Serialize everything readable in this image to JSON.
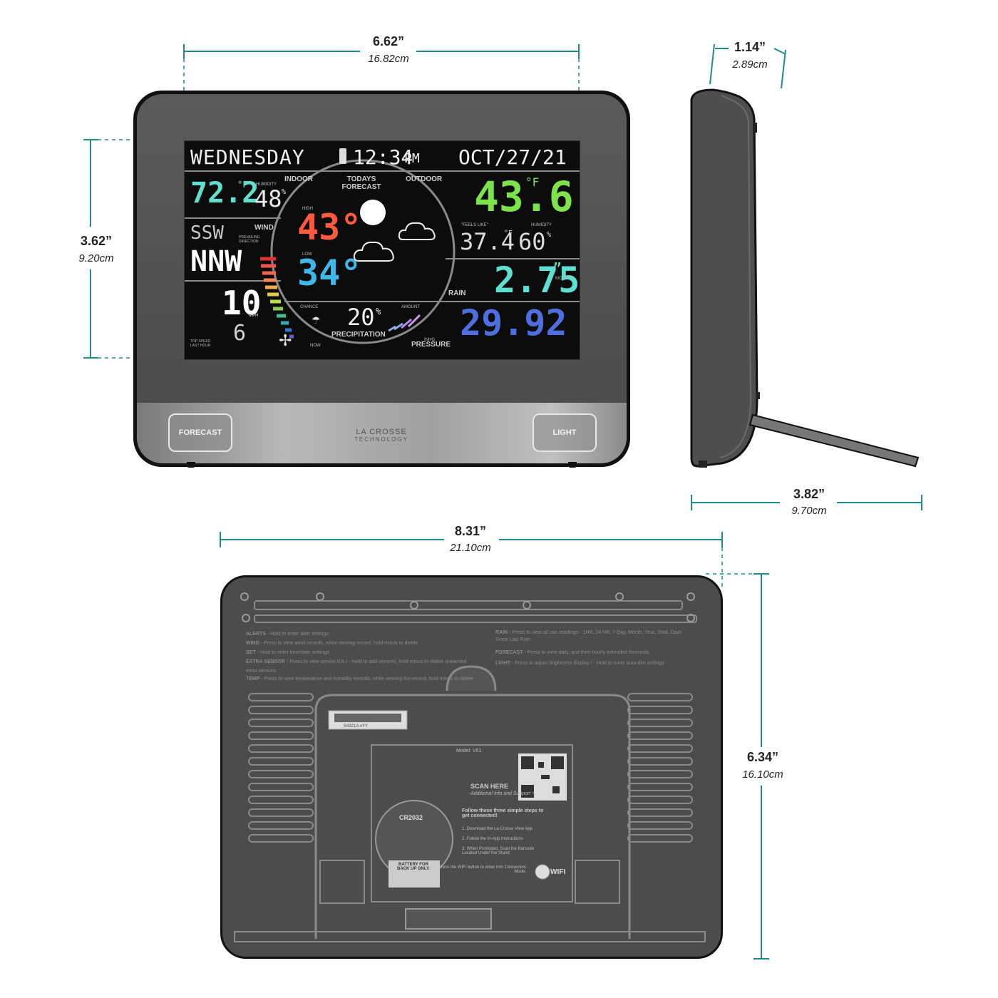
{
  "dimensions": {
    "front_width": {
      "in": "6.62”",
      "cm": "16.82cm"
    },
    "front_height": {
      "in": "3.62”",
      "cm": "9.20cm"
    },
    "side_depth": {
      "in": "1.14”",
      "cm": "2.89cm"
    },
    "side_stand": {
      "in": "3.82”",
      "cm": "9.70cm"
    },
    "back_width": {
      "in": "8.31”",
      "cm": "21.10cm"
    },
    "back_height": {
      "in": "6.34”",
      "cm": "16.10cm"
    }
  },
  "display": {
    "day": "WEDNESDAY",
    "time": "12:34",
    "time_suffix": "PM",
    "date": "OCT/27/21",
    "indoor_label": "INDOOR",
    "todays_forecast_label": "TODAYS FORECAST",
    "outdoor_label": "OUTDOOR",
    "indoor_temp": "72.2",
    "indoor_temp_unit": "°F",
    "indoor_humidity_label": "HUMIDITY",
    "indoor_humidity": "48",
    "indoor_humidity_unit": "%",
    "outdoor_temp": "43.6",
    "outdoor_temp_unit": "°F",
    "feels_like_label": "\"FEELS LIKE\"",
    "feels_like": "37.4",
    "feels_like_unit": "°F",
    "outdoor_humidity_label": "HUMIDITY",
    "outdoor_humidity": "60",
    "outdoor_humidity_unit": "%",
    "prevailing_dir": "SSW",
    "wind_label": "WIND",
    "prevailing_label": "PREVAILING DIRECTION",
    "wind_dir": "NNW",
    "wind_speed": "10",
    "wind_unit": "MPH",
    "top_speed": "6",
    "top_speed_label": "TOP SPEED LAST HOUR",
    "high_label": "HIGH",
    "high_temp": "43°",
    "low_label": "LOW",
    "low_temp": "34°",
    "chance_label": "CHANCE",
    "now_label": "NOW",
    "amount_label": "AMOUNT",
    "precip_value": "20",
    "precip_unit": "%",
    "precip_label": "PRECIPITATION",
    "rain_label": "RAIN",
    "rain_value": "2.75",
    "rain_unit": "”",
    "rain_period": "MONTH",
    "pressure_value": "29.92",
    "pressure_unit": "INHG",
    "pressure_label": "PRESSURE"
  },
  "buttons": {
    "forecast": "FORECAST",
    "light": "LIGHT"
  },
  "brand": {
    "line1": "LA CROSSE",
    "line2": "TECHNOLOGY"
  },
  "back_panel": {
    "instructions_left": [
      {
        "key": "ALERTS",
        "text": "- Hold to enter alert settings"
      },
      {
        "key": "WIND",
        "text": "- Press to view wind records, while viewing record, hold minus to delete"
      },
      {
        "key": "SET",
        "text": "- Hold to enter time/date settings"
      },
      {
        "key": "EXTRA SENSOR",
        "text": "- Press to view sensor IDs / - Hold to add sensors, hold minus to delete unwanted extra sensors"
      },
      {
        "key": "TEMP",
        "text": "- Press to view temperature and humidity records, while viewing the record, hold minus to delete"
      }
    ],
    "instructions_right": [
      {
        "key": "RAIN",
        "text": "- Press to view all rain readings - 1HR, 24 HR, 7-Day, Month, Year, Total, Days Since Last Rain"
      },
      {
        "key": "FORECAST",
        "text": "- Press to view daily, and then hourly extended forecasts"
      },
      {
        "key": "LIGHT",
        "text": "- Press to adjust brightness display / - Hold to enter auto-dim settings"
      }
    ],
    "barcode_label": "S4321A.vYY",
    "model": "Model: V61",
    "battery_type": "CR2032",
    "battery_note": "BATTERY FOR BACK UP ONLY.",
    "scan_here": "SCAN HERE",
    "scan_sub": "Additional Info and Support >",
    "steps_title": "Follow these three simple steps to get connected!",
    "steps": [
      "1. Download the La Crosse View App",
      "2. Follow the In-App Instructions",
      "3. When Prompted, Scan the Barcode Located Under the Stand"
    ],
    "wifi_text": "Press the WiFi button to enter Info Connection Mode.",
    "wifi_label": "WIFI"
  }
}
